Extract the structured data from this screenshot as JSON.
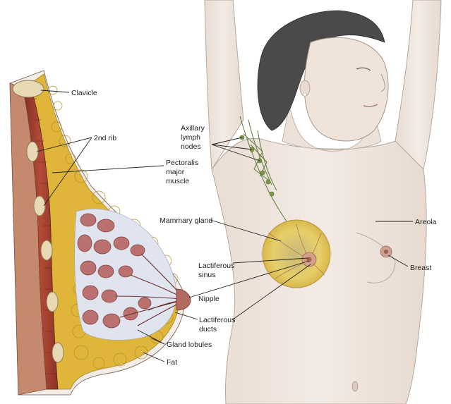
{
  "labels": {
    "clavicle": "Clavicle",
    "rib2": "2nd rib",
    "pectoralis": [
      "Pectoralis",
      "major",
      "muscle"
    ],
    "axillary": [
      "Axillary",
      "lymph",
      "nodes"
    ],
    "mammary_gland": "Mammary gland",
    "lactiferous_sinus": [
      "Lactiferous",
      "sinus"
    ],
    "nipple": "Nipple",
    "lactiferous_ducts": [
      "Lactiferous",
      "ducts"
    ],
    "gland_lobules": "Gland lobules",
    "fat": "Fat",
    "areola": "Areola",
    "breast": "Breast"
  },
  "colors": {
    "fat": "#e0b63a",
    "muscle": "#a0402e",
    "gland": "#b9706e",
    "bone": "#e8d9b5",
    "skin": "#efe4dc",
    "hair": "#4a4a4a"
  }
}
